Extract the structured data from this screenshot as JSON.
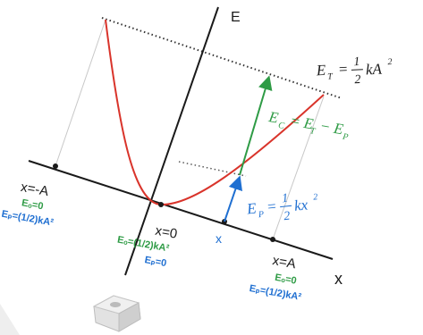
{
  "colors": {
    "axis": "#1a1a1a",
    "curve": "#d9342b",
    "kinetic": "#2e9b45",
    "potential": "#1f6fd1",
    "guide": "#bdbdbd",
    "dotted": "#333333"
  },
  "axes": {
    "energy_label": "E",
    "position_label": "x"
  },
  "total_energy": {
    "lhs": "E",
    "lhs_sub": "T",
    "eq": "=",
    "num": "1",
    "den": "2",
    "tail": "kA",
    "power": "2"
  },
  "kinetic_energy": {
    "lhs": "E",
    "lhs_sub": "C",
    "rhs": "= E",
    "sub1": "T",
    "minus": "− E",
    "sub2": "P"
  },
  "potential_energy": {
    "lhs": "E",
    "lhs_sub": "P",
    "eq": "=",
    "num": "1",
    "den": "2",
    "tail": "kx",
    "power": "2"
  },
  "points": {
    "left": {
      "pos": "x=-A",
      "ec": "Eₒ=0",
      "ep": "Eₚ=(1/2)kA²"
    },
    "center": {
      "pos": "x=0",
      "ec": "Eₒ=(1/2)kA²",
      "ep": "Eₚ=0"
    },
    "marker": {
      "pos": "x"
    },
    "right": {
      "pos": "x=A",
      "ec": "Eₒ=0",
      "ep": "Eₚ=(1/2)kA²"
    }
  }
}
